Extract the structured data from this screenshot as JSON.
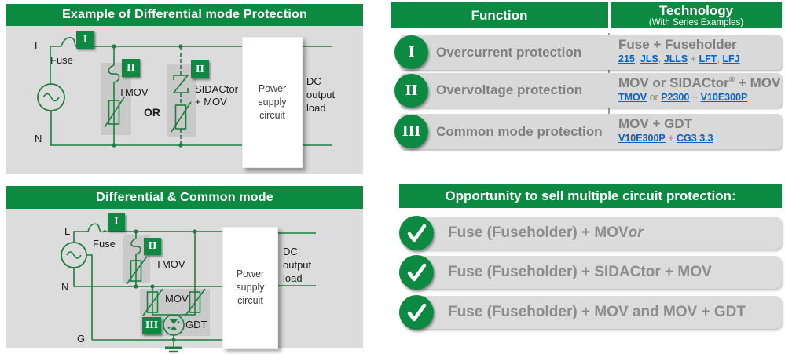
{
  "colors": {
    "brand_green": "#0D8A42",
    "wire_green": "#1E7E40",
    "panel_gray": "#DCDCDC",
    "pill_gray": "#D9D9D9",
    "text_gray": "#7F7F7F",
    "link_blue": "#0563C1"
  },
  "numerals": {
    "i": "I",
    "ii": "II",
    "iii": "III"
  },
  "diff_panel": {
    "title": "Example of Differential mode Protection",
    "l": "L",
    "n": "N",
    "fuse": "Fuse",
    "tmov": "TMOV",
    "or": "OR",
    "sidactor": "SIDACtor",
    "plus_mov": "+ MOV",
    "power": [
      "Power",
      "supply",
      "circuit"
    ],
    "dc": [
      "DC",
      "output",
      "load"
    ]
  },
  "common_panel": {
    "title": "Differential & Common mode",
    "l": "L",
    "n": "N",
    "g": "G",
    "fuse": "Fuse",
    "tmov": "TMOV",
    "mov": "MOV",
    "gdt": "GDT",
    "power": [
      "Power",
      "supply",
      "circuit"
    ],
    "dc": [
      "DC",
      "output",
      "load"
    ]
  },
  "func_table": {
    "header": {
      "function": "Function",
      "technology": "Technology",
      "tech_sub": "(With Series Examples)"
    },
    "rows": [
      {
        "numeral": "I",
        "function": "Overcurrent protection",
        "title_parts": [
          {
            "t": "Fuse + Fuseholder"
          }
        ],
        "series": [
          {
            "t": "215",
            "link": true
          },
          {
            "t": ", "
          },
          {
            "t": "JLS",
            "link": true
          },
          {
            "t": ", "
          },
          {
            "t": "JLLS",
            "link": true
          },
          {
            "t": " + "
          },
          {
            "t": "LFT",
            "link": true
          },
          {
            "t": ", "
          },
          {
            "t": "LFJ",
            "link": true
          }
        ]
      },
      {
        "numeral": "II",
        "function": "Overvoltage protection",
        "title_parts": [
          {
            "t": "MOV or SIDACtor"
          },
          {
            "t": "®",
            "sup": true
          },
          {
            "t": " + MOV"
          }
        ],
        "series": [
          {
            "t": "TMOV",
            "link": true
          },
          {
            "t": " or "
          },
          {
            "t": "P2300",
            "link": true
          },
          {
            "t": " + "
          },
          {
            "t": "V10E300P",
            "link": true
          }
        ]
      },
      {
        "numeral": "III",
        "function": "Common mode protection",
        "title_parts": [
          {
            "t": "MOV + GDT"
          }
        ],
        "series": [
          {
            "t": "V10E300P",
            "link": true
          },
          {
            "t": " + "
          },
          {
            "t": "CG3 3.3",
            "link": true
          }
        ]
      }
    ]
  },
  "opportunity": {
    "title": "Opportunity to sell multiple circuit protection:",
    "items": [
      {
        "parts": [
          {
            "t": "Fuse (Fuseholder) + MOV "
          },
          {
            "t": "or",
            "it": true
          }
        ]
      },
      {
        "parts": [
          {
            "t": "Fuse (Fuseholder) + SIDACtor + MOV"
          }
        ]
      },
      {
        "parts": [
          {
            "t": "Fuse (Fuseholder) + MOV and MOV + GDT"
          }
        ]
      }
    ]
  }
}
